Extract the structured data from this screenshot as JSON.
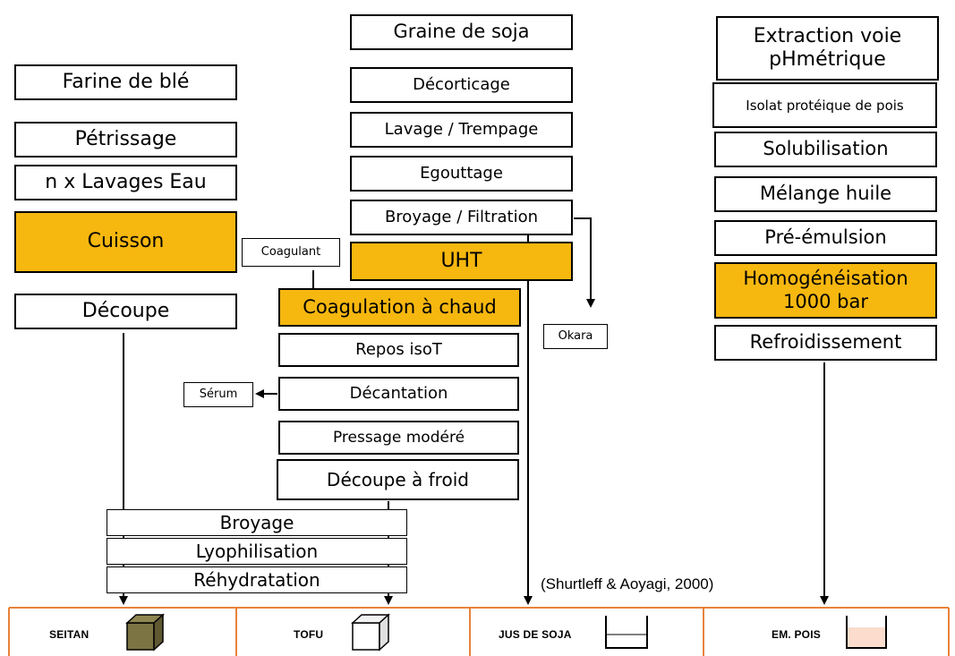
{
  "seitan_column": {
    "steps": [
      "Farine de blé",
      "Pétrissage",
      "n x Lavages Eau",
      "Cuisson",
      "Découpe"
    ]
  },
  "soy_column": {
    "steps": [
      "Graine de soja",
      "Décorticage",
      "Lavage / Trempage",
      "Egouttage",
      "Broyage / Filtration",
      "UHT"
    ],
    "byproduct": "Okara"
  },
  "tofu_column": {
    "input": "Coagulant",
    "steps": [
      "Coagulation à chaud",
      "Repos isoT",
      "Décantation",
      "Pressage modéré",
      "Découpe à froid"
    ],
    "byproduct": "Sérum"
  },
  "pea_column": {
    "steps": [
      "Extraction voie pHmétrique",
      "Isolat protéique de pois",
      "Solubilisation",
      "Mélange huile",
      "Pré-émulsion",
      "Homogénéisation 1000 bar",
      "Refroidissement"
    ]
  },
  "common_steps": [
    "Broyage",
    "Lyophilisation",
    "Réhydratation"
  ],
  "citation": "(Shurtleff & Aoyagi, 2000)",
  "products": [
    "SEITAN",
    "TOFU",
    "JUS DE SOJA",
    "EM. POIS"
  ],
  "colors": {
    "highlight": "#f6b70f",
    "bar": "#e8823a",
    "seitan_cube": "#7d7444",
    "emulsion_fill": "#fbdccd"
  }
}
